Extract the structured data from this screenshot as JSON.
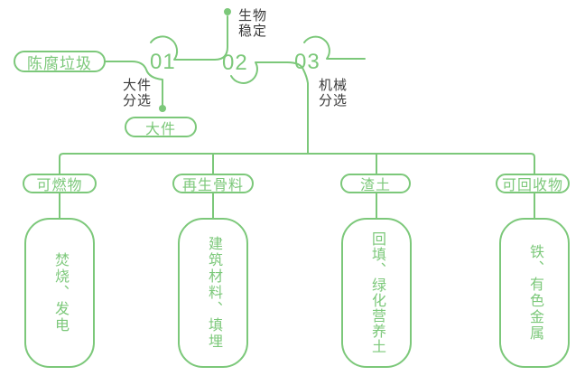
{
  "colors": {
    "green": "#7cc87a",
    "text_dark": "#3b3b3b",
    "background": "#ffffff"
  },
  "source": {
    "label": "陈腐垃圾"
  },
  "steps": [
    {
      "number": "01",
      "process": "大件\n分选",
      "output": "大件"
    },
    {
      "number": "02",
      "process": "生物\n稳定"
    },
    {
      "number": "03",
      "process": "机械\n分选"
    }
  ],
  "branches": [
    {
      "category": "可燃物",
      "disposal": "焚烧、发电"
    },
    {
      "category": "再生骨料",
      "disposal": "建筑材料、填埋"
    },
    {
      "category": "渣土",
      "disposal": "回填、绿化营养土"
    },
    {
      "category": "可回收物",
      "disposal": "铁、有色金属"
    }
  ]
}
